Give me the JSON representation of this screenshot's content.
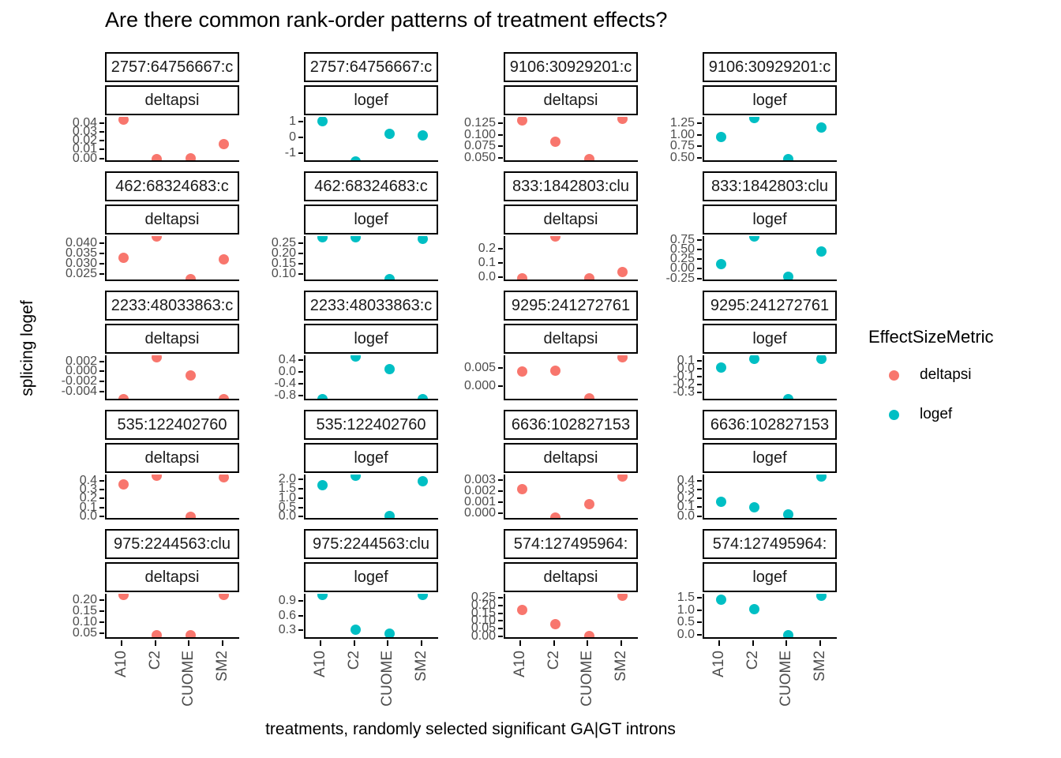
{
  "title": "Are there common rank-order patterns of treatment effects?",
  "axes": {
    "x_label": "treatments, randomly selected significant GA|GT introns",
    "y_label": "splicing logef"
  },
  "legend": {
    "title": "EffectSizeMetric",
    "entries": [
      {
        "label": "deltapsi",
        "color": "#F8766D"
      },
      {
        "label": "logef",
        "color": "#00BFC4"
      }
    ]
  },
  "colors": {
    "deltapsi": "#F8766D",
    "logef": "#00BFC4",
    "axis_text": "#4d4d4d",
    "axis_line": "#000000"
  },
  "chart_data": {
    "type": "scatter",
    "facet_grid": {
      "rows": 5,
      "cols": 4
    },
    "x_categories": [
      "A10",
      "C2",
      "CUOME",
      "SM2"
    ],
    "facets": [
      {
        "intron": "2757:64756667:c",
        "metric": "deltapsi",
        "ylim": [
          -0.004,
          0.047
        ],
        "yticks": [
          {
            "t": "0.04",
            "v": 0.04
          },
          {
            "t": "0.03",
            "v": 0.03
          },
          {
            "t": "0.02",
            "v": 0.02
          },
          {
            "t": "0.01",
            "v": 0.01
          },
          {
            "t": "0.00",
            "v": 0.0
          }
        ],
        "values": [
          0.044,
          -0.001,
          0.0,
          0.016
        ]
      },
      {
        "intron": "2757:64756667:c",
        "metric": "logef",
        "ylim": [
          -1.55,
          1.3
        ],
        "yticks": [
          {
            "t": "1",
            "v": 1
          },
          {
            "t": "0",
            "v": 0
          },
          {
            "t": "-1",
            "v": -1
          }
        ],
        "values": [
          1.05,
          -1.5,
          0.25,
          0.13
        ]
      },
      {
        "intron": "9106:30929201:c",
        "metric": "deltapsi",
        "ylim": [
          0.042,
          0.138
        ],
        "yticks": [
          {
            "t": "0.125",
            "v": 0.125
          },
          {
            "t": "0.100",
            "v": 0.1
          },
          {
            "t": "0.075",
            "v": 0.075
          },
          {
            "t": "0.050",
            "v": 0.05
          }
        ],
        "values": [
          0.13,
          0.085,
          0.048,
          0.133
        ]
      },
      {
        "intron": "9106:30929201:c",
        "metric": "logef",
        "ylim": [
          0.42,
          1.38
        ],
        "yticks": [
          {
            "t": "1.25",
            "v": 1.25
          },
          {
            "t": "1.00",
            "v": 1.0
          },
          {
            "t": "0.75",
            "v": 0.75
          },
          {
            "t": "0.50",
            "v": 0.5
          }
        ],
        "values": [
          0.95,
          1.35,
          0.48,
          1.15
        ]
      },
      {
        "intron": "462:68324683:c",
        "metric": "deltapsi",
        "ylim": [
          0.0215,
          0.0435
        ],
        "yticks": [
          {
            "t": "0.040",
            "v": 0.04
          },
          {
            "t": "0.035",
            "v": 0.035
          },
          {
            "t": "0.030",
            "v": 0.03
          },
          {
            "t": "0.025",
            "v": 0.025
          }
        ],
        "values": [
          0.033,
          0.0435,
          0.0225,
          0.032
        ]
      },
      {
        "intron": "462:68324683:c",
        "metric": "logef",
        "ylim": [
          0.065,
          0.285
        ],
        "yticks": [
          {
            "t": "0.25",
            "v": 0.25
          },
          {
            "t": "0.20",
            "v": 0.2
          },
          {
            "t": "0.15",
            "v": 0.15
          },
          {
            "t": "0.10",
            "v": 0.1
          }
        ],
        "values": [
          0.28,
          0.28,
          0.075,
          0.27
        ]
      },
      {
        "intron": "833:1842803:clu",
        "metric": "deltapsi",
        "ylim": [
          -0.03,
          0.29
        ],
        "yticks": [
          {
            "t": "0.2",
            "v": 0.2
          },
          {
            "t": "0.1",
            "v": 0.1
          },
          {
            "t": "0.0",
            "v": 0.0
          }
        ],
        "values": [
          -0.01,
          0.285,
          -0.01,
          0.035
        ]
      },
      {
        "intron": "833:1842803:clu",
        "metric": "logef",
        "ylim": [
          -0.32,
          0.85
        ],
        "yticks": [
          {
            "t": "0.75",
            "v": 0.75
          },
          {
            "t": "0.50",
            "v": 0.5
          },
          {
            "t": "0.25",
            "v": 0.25
          },
          {
            "t": "0.00",
            "v": 0.0
          },
          {
            "t": "-0.25",
            "v": -0.25
          }
        ],
        "values": [
          0.12,
          0.83,
          -0.2,
          0.45
        ]
      },
      {
        "intron": "2233:48033863:c",
        "metric": "deltapsi",
        "ylim": [
          -0.0058,
          0.0032
        ],
        "yticks": [
          {
            "t": "0.002",
            "v": 0.002
          },
          {
            "t": "0.000",
            "v": 0.0
          },
          {
            "t": "-0.002",
            "v": -0.002
          },
          {
            "t": "-0.004",
            "v": -0.004
          }
        ],
        "values": [
          -0.0055,
          0.0028,
          -0.0008,
          -0.0055
        ]
      },
      {
        "intron": "2233:48033863:c",
        "metric": "logef",
        "ylim": [
          -0.95,
          0.55
        ],
        "yticks": [
          {
            "t": "0.4",
            "v": 0.4
          },
          {
            "t": "0.0",
            "v": 0.0
          },
          {
            "t": "-0.4",
            "v": -0.4
          },
          {
            "t": "-0.8",
            "v": -0.8
          }
        ],
        "values": [
          -0.9,
          0.52,
          0.1,
          -0.9
        ]
      },
      {
        "intron": "9295:241272761",
        "metric": "deltapsi",
        "ylim": [
          -0.004,
          0.0085
        ],
        "yticks": [
          {
            "t": "0.005",
            "v": 0.005
          },
          {
            "t": "0.000",
            "v": 0.0
          }
        ],
        "values": [
          0.004,
          0.0042,
          -0.0035,
          0.008
        ]
      },
      {
        "intron": "9295:241272761",
        "metric": "logef",
        "ylim": [
          -0.4,
          0.17
        ],
        "yticks": [
          {
            "t": "0.1",
            "v": 0.1
          },
          {
            "t": "0.0",
            "v": 0.0
          },
          {
            "t": "-0.1",
            "v": -0.1
          },
          {
            "t": "-0.2",
            "v": -0.2
          },
          {
            "t": "-0.3",
            "v": -0.3
          }
        ],
        "values": [
          0.02,
          0.13,
          -0.38,
          0.13
        ]
      },
      {
        "intron": "535:122402760",
        "metric": "deltapsi",
        "ylim": [
          -0.035,
          0.47
        ],
        "yticks": [
          {
            "t": "0.4",
            "v": 0.4
          },
          {
            "t": "0.3",
            "v": 0.3
          },
          {
            "t": "0.2",
            "v": 0.2
          },
          {
            "t": "0.1",
            "v": 0.1
          },
          {
            "t": "0.0",
            "v": 0.0
          }
        ],
        "values": [
          0.36,
          0.46,
          0.0,
          0.44
        ]
      },
      {
        "intron": "535:122402760",
        "metric": "logef",
        "ylim": [
          -0.15,
          2.25
        ],
        "yticks": [
          {
            "t": "2.0",
            "v": 2.0
          },
          {
            "t": "1.5",
            "v": 1.5
          },
          {
            "t": "1.0",
            "v": 1.0
          },
          {
            "t": "0.5",
            "v": 0.5
          },
          {
            "t": "0.0",
            "v": 0.0
          }
        ],
        "values": [
          1.7,
          2.2,
          0.05,
          1.9
        ]
      },
      {
        "intron": "6636:102827153",
        "metric": "deltapsi",
        "ylim": [
          -0.0006,
          0.0035
        ],
        "yticks": [
          {
            "t": "0.003",
            "v": 0.003
          },
          {
            "t": "0.002",
            "v": 0.002
          },
          {
            "t": "0.001",
            "v": 0.001
          },
          {
            "t": "0.000",
            "v": 0.0
          }
        ],
        "values": [
          0.0022,
          -0.0004,
          0.0008,
          0.0033
        ]
      },
      {
        "intron": "6636:102827153",
        "metric": "logef",
        "ylim": [
          -0.04,
          0.47
        ],
        "yticks": [
          {
            "t": "0.4",
            "v": 0.4
          },
          {
            "t": "0.3",
            "v": 0.3
          },
          {
            "t": "0.2",
            "v": 0.2
          },
          {
            "t": "0.1",
            "v": 0.1
          },
          {
            "t": "0.0",
            "v": 0.0
          }
        ],
        "values": [
          0.16,
          0.1,
          0.02,
          0.45
        ]
      },
      {
        "intron": "975:2244563:clu",
        "metric": "deltapsi",
        "ylim": [
          0.025,
          0.23
        ],
        "yticks": [
          {
            "t": "0.20",
            "v": 0.2
          },
          {
            "t": "0.15",
            "v": 0.15
          },
          {
            "t": "0.10",
            "v": 0.1
          },
          {
            "t": "0.05",
            "v": 0.05
          }
        ],
        "values": [
          0.225,
          0.04,
          0.04,
          0.225
        ]
      },
      {
        "intron": "975:2244563:clu",
        "metric": "logef",
        "ylim": [
          0.13,
          1.05
        ],
        "yticks": [
          {
            "t": "0.9",
            "v": 0.9
          },
          {
            "t": "0.6",
            "v": 0.6
          },
          {
            "t": "0.3",
            "v": 0.3
          }
        ],
        "values": [
          1.02,
          0.32,
          0.23,
          1.02
        ]
      },
      {
        "intron": "574:127495964:",
        "metric": "deltapsi",
        "ylim": [
          -0.015,
          0.275
        ],
        "yticks": [
          {
            "t": "0.25",
            "v": 0.25
          },
          {
            "t": "0.20",
            "v": 0.2
          },
          {
            "t": "0.15",
            "v": 0.15
          },
          {
            "t": "0.10",
            "v": 0.1
          },
          {
            "t": "0.05",
            "v": 0.05
          },
          {
            "t": "0.00",
            "v": 0.0
          }
        ],
        "values": [
          0.17,
          0.08,
          0.005,
          0.26
        ]
      },
      {
        "intron": "574:127495964:",
        "metric": "logef",
        "ylim": [
          -0.15,
          1.65
        ],
        "yticks": [
          {
            "t": "1.5",
            "v": 1.5
          },
          {
            "t": "1.0",
            "v": 1.0
          },
          {
            "t": "0.5",
            "v": 0.5
          },
          {
            "t": "0.0",
            "v": 0.0
          }
        ],
        "values": [
          1.42,
          1.05,
          -0.02,
          1.58
        ]
      }
    ]
  }
}
